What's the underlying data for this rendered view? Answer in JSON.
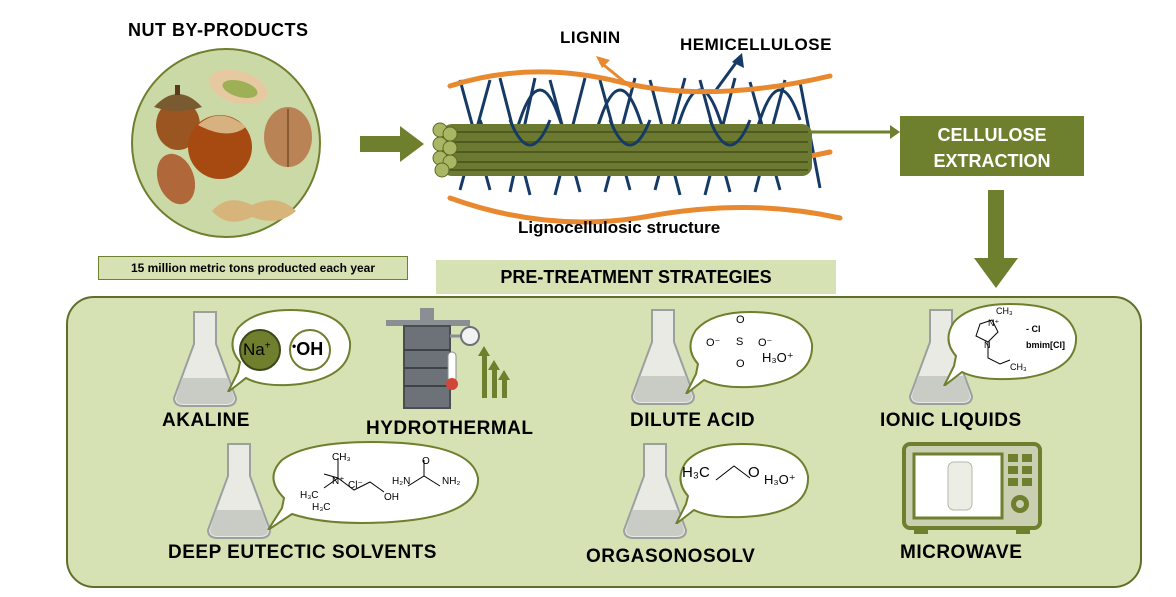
{
  "title": "NUT BY-PRODUCTS",
  "production_note": "15 million metric tons producted each year",
  "structure": {
    "lignin": "LIGNIN",
    "hemicellulose": "HEMICELLULOSE",
    "caption": "Lignocellulosic structure"
  },
  "cellulose_extraction": {
    "line1": "CELLULOSE",
    "line2": "EXTRACTION"
  },
  "pretreatment_title": "PRE-TREATMENT STRATEGIES",
  "methods": {
    "alkaline": "AKALINE",
    "hydrothermal": "HYDROTHERMAL",
    "dilute_acid": "DILUTE ACID",
    "ionic_liquids": "IONIC LIQUIDS",
    "des": "DEEP EUTECTIC SOLVENTS",
    "organosolv": "ORGASONOSOLV",
    "microwave": "MICROWAVE"
  },
  "chem": {
    "na": "Na",
    "na_sup": "+",
    "oh": "OH",
    "oh_dot": "•",
    "h3o": "H₃O⁺",
    "so4_o_top": "O",
    "so4_o_bottom": "O",
    "so4_left": "O⁻",
    "so4_right": "O⁻",
    "so4_s": "S",
    "il_cl": "- Cl",
    "il_name": "bmim[Cl]",
    "il_ch3_top": "CH₃",
    "il_ch3_bottom": "CH₃",
    "il_n": "N",
    "il_nplus": "N⁺",
    "des_ch3": "CH₃",
    "des_cl": "Cl⁻",
    "des_h3c1": "H₃C",
    "des_h3c2": "H₃C",
    "des_n": "N⁺",
    "des_oh": "OH",
    "des_h2n": "H₂N",
    "des_nh2": "NH₂",
    "des_o": "O",
    "org_h3c": "H₃C",
    "org_o": "O"
  },
  "colors": {
    "olive_dark": "#6e7f2e",
    "olive_light": "#d6e2b3",
    "orange": "#e8892f",
    "navy": "#163a66",
    "fiber": "#6b7a30"
  }
}
